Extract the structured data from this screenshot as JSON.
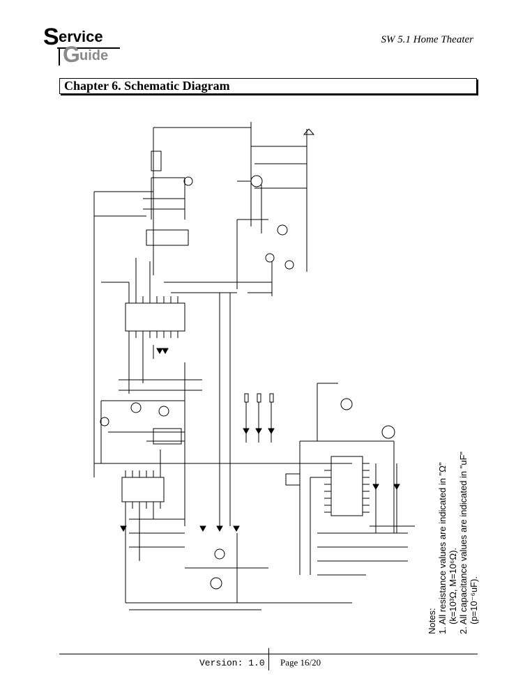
{
  "header": {
    "logo_s": "S",
    "logo_ervice": "ervice",
    "logo_g": "G",
    "logo_uide": "uide",
    "product": "SW 5.1 Home Theater"
  },
  "chapter_title": "Chapter 6.  Schematic Diagram",
  "notes": {
    "title": "Notes:",
    "line1": "1. All resistance values are indicated in \"Ω\"",
    "line2": "(k=10³Ω, M=10⁶Ω).",
    "line3": "2. All capacitance values are indicated in \"uF\"",
    "line4": "(p=10⁻⁶uF)."
  },
  "footer": {
    "version": "Version:  1.0",
    "page": "Page 16/20"
  }
}
